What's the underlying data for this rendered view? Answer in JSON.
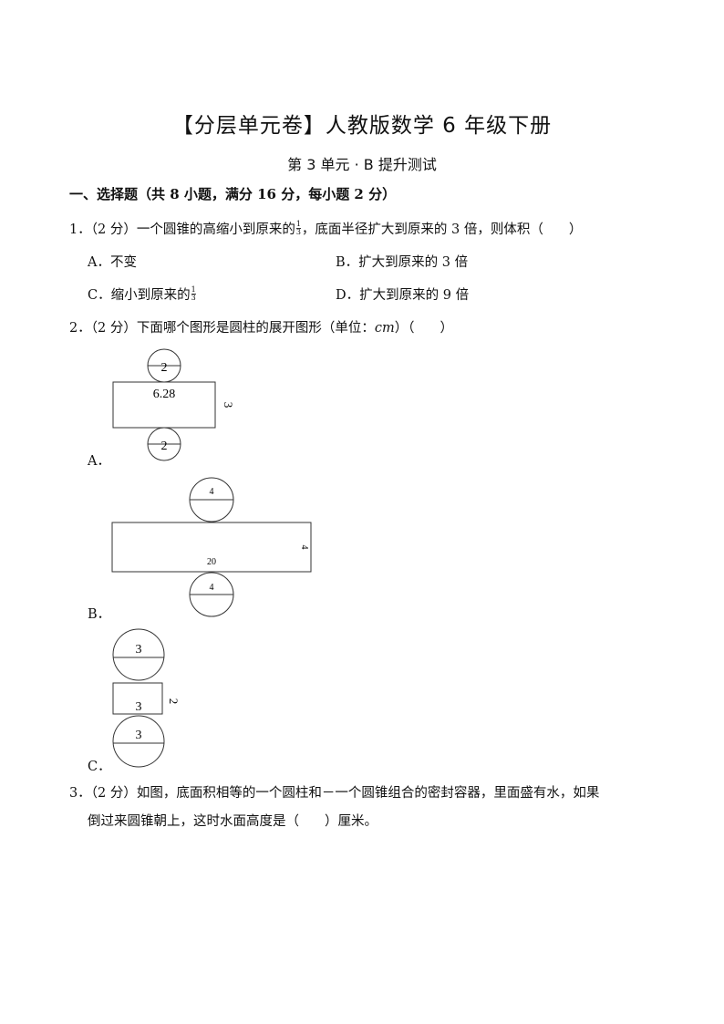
{
  "header": {
    "title": "【分层单元卷】人教版数学 6 年级下册",
    "subtitle": "第 3 单元 · B 提升测试"
  },
  "section": {
    "heading": "一、选择题（共 8 小题，满分 16 分，每小题 2 分）"
  },
  "questions": [
    {
      "number": "1．",
      "points": "（2 分）",
      "text_before": "一个圆锥的高缩小到原来的",
      "fraction": {
        "num": "1",
        "den": "3"
      },
      "text_after": "，底面半径扩大到原来的 3 倍，则体积（",
      "close": "）",
      "options": [
        {
          "label": "A．",
          "text": "不变"
        },
        {
          "label": "B．",
          "text": "扩大到原来的 3 倍"
        },
        {
          "label": "C．",
          "text": "缩小到原来的",
          "fraction": {
            "num": "1",
            "den": "3"
          }
        },
        {
          "label": "D．",
          "text": "扩大到原来的 9 倍"
        }
      ]
    },
    {
      "number": "2．",
      "points": "（2 分）",
      "text": "下面哪个图形是圆柱的展开图形（单位：",
      "unit": "cm",
      "text_after": "）（",
      "close": "）",
      "figures": [
        {
          "label": "A．",
          "circle_diameter": "2",
          "rect_width": "6.28",
          "rect_height": "3"
        },
        {
          "label": "B．",
          "circle_diameter": "4",
          "rect_width": "20",
          "rect_height": "4"
        },
        {
          "label": "C．",
          "circle_diameter": "3",
          "rect_width": "3",
          "rect_height": "2"
        }
      ]
    },
    {
      "number": "3．",
      "points": "（2 分）",
      "line1": "如图，底面积相等的一个圆柱和－一个圆锥组合的密封容器，里面盛有水，如果",
      "line2_before": "倒过来圆锥朝上，这时水面高度是（",
      "line2_after": "）厘米。"
    }
  ]
}
